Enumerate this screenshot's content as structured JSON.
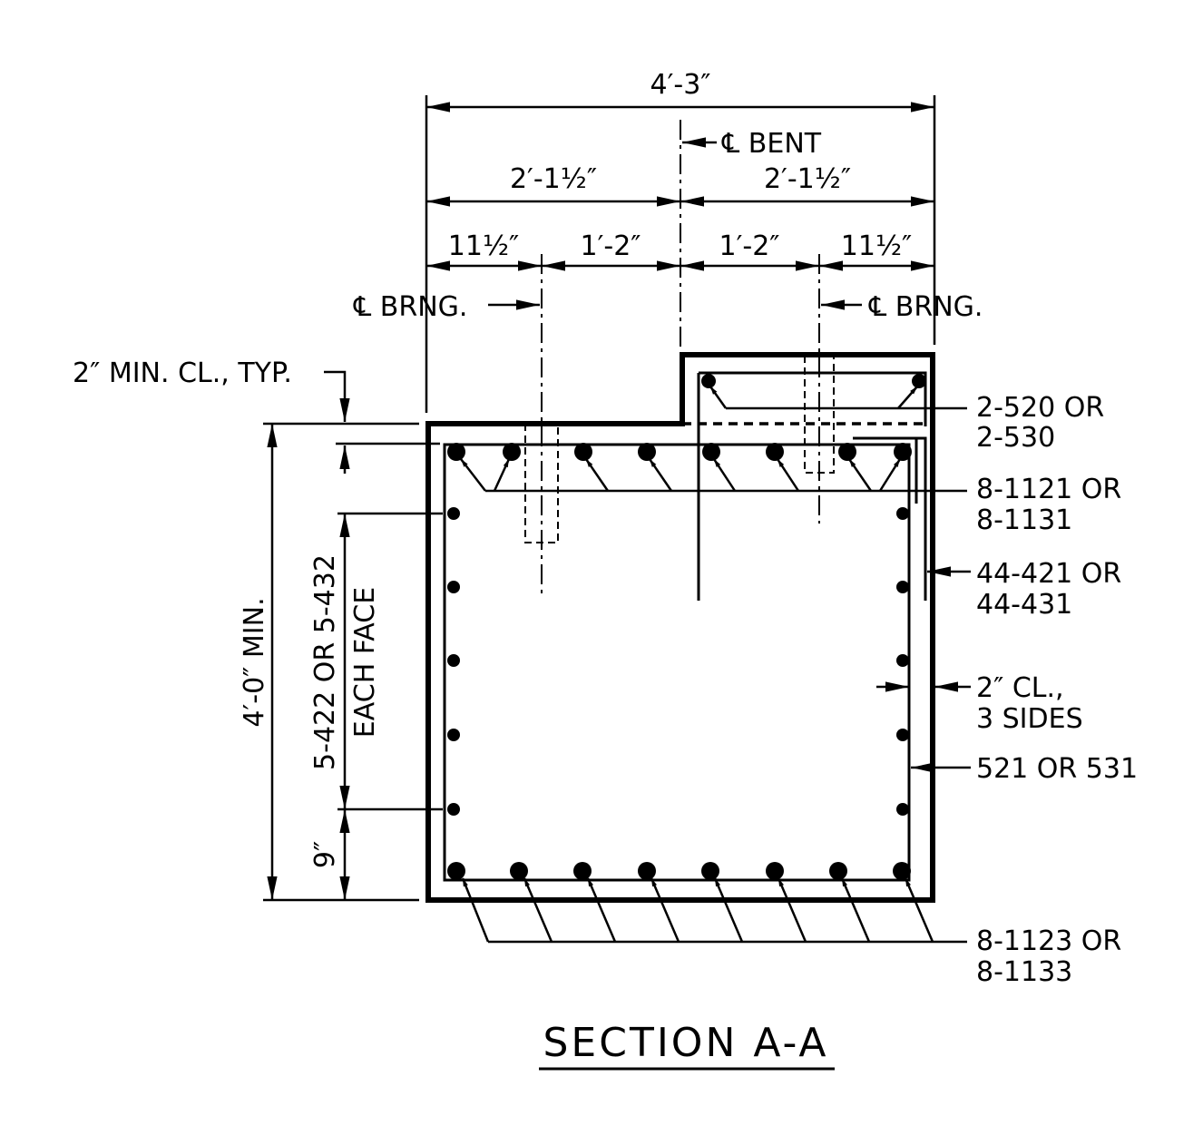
{
  "drawing": {
    "title": "SECTION A-A",
    "dimensions": {
      "overall_width": "4′-3″",
      "half_left": "2′-1½″",
      "half_right": "2′-1½″",
      "edge_left": "11½″",
      "inner_left": "1′-2″",
      "inner_right": "1′-2″",
      "edge_right": "11½″",
      "height": "4′-0″ MIN.",
      "bottom_spacing": "9″",
      "side_bars_line1": "5-422 OR 5-432",
      "side_bars_line2": "EACH FACE"
    },
    "centerlines": {
      "bent": "℄ BENT",
      "bearing_left": "℄ BRNG.",
      "bearing_right": "℄ BRNG."
    },
    "callouts": {
      "top_clear": "2″ MIN. CL., TYP.",
      "bars_top_small_1": "2-520 OR",
      "bars_top_small_2": "2-530",
      "bars_top_1": "8-1121 OR",
      "bars_top_2": "8-1131",
      "stirrups_1": "44-421 OR",
      "stirrups_2": "44-431",
      "side_clear_1": "2″ CL.,",
      "side_clear_2": "3 SIDES",
      "hoop": "521 OR 531",
      "bars_bottom_1": "8-1123 OR",
      "bars_bottom_2": "8-1133"
    }
  }
}
